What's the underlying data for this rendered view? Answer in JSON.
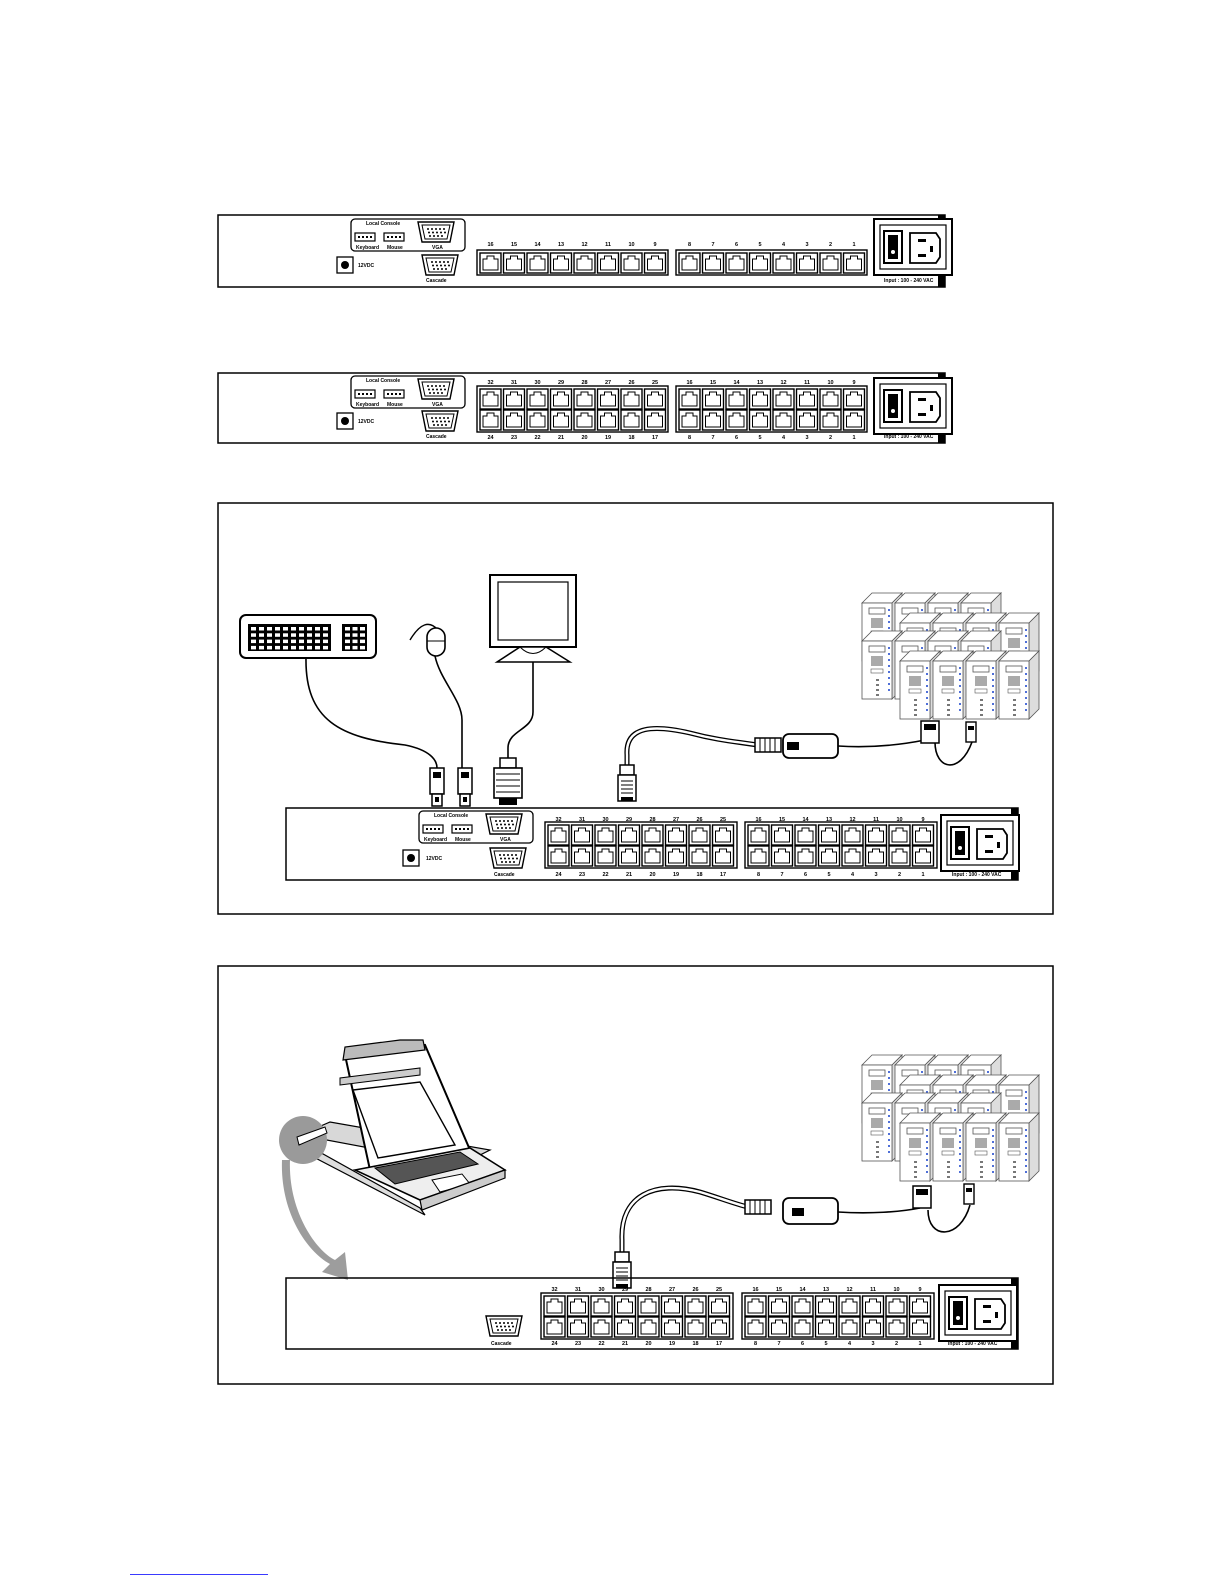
{
  "panel_labels": {
    "local_console": "Local Console",
    "keyboard": "Keyboard",
    "mouse": "Mouse",
    "vga": "VGA",
    "cascade": "Cascade",
    "dc": "12VDC",
    "input": "Input : 100 - 240 VAC"
  },
  "panel16": {
    "ports_left": [
      "16",
      "15",
      "14",
      "13",
      "12",
      "11",
      "10",
      "9"
    ],
    "ports_right": [
      "8",
      "7",
      "6",
      "5",
      "4",
      "3",
      "2",
      "1"
    ]
  },
  "panel32": {
    "top_left": [
      "32",
      "31",
      "30",
      "29",
      "28",
      "27",
      "26",
      "25"
    ],
    "top_right": [
      "16",
      "15",
      "14",
      "13",
      "12",
      "11",
      "10",
      "9"
    ],
    "bottom_left": [
      "24",
      "23",
      "22",
      "21",
      "20",
      "19",
      "18",
      "17"
    ],
    "bottom_right": [
      "8",
      "7",
      "6",
      "5",
      "4",
      "3",
      "2",
      "1"
    ]
  },
  "colors": {
    "stroke": "#000000",
    "arrow": "#8c8c8c",
    "link_line": "#3a3aff"
  }
}
